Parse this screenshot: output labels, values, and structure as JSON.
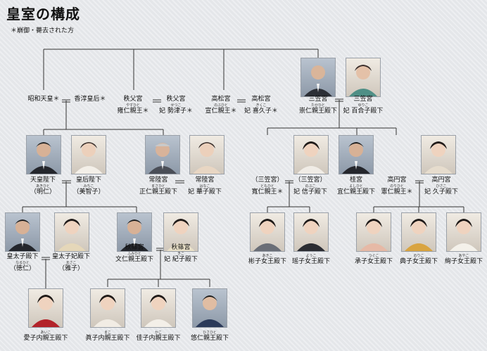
{
  "title": "皇室の構成",
  "note": "＊崩御・薨去された方",
  "people": {
    "showa": {
      "name": "昭和天皇＊"
    },
    "kojun": {
      "name": "香淳皇后＊"
    },
    "chichibu_h": {
      "name": "秩父宮",
      "ruby": "やすひと",
      "name2": "雍仁親王＊"
    },
    "chichibu_w": {
      "name": "秩父宮",
      "ruby": "せつこ",
      "name2": "妃 勢津子＊"
    },
    "takamatsu_h": {
      "name": "高松宮",
      "ruby": "のぶひと",
      "name2": "宣仁親王＊"
    },
    "takamatsu_w": {
      "name": "高松宮",
      "ruby": "きくこ",
      "name2": "妃 喜久子＊"
    },
    "mikasa_h": {
      "name": "三笠宮",
      "ruby": "たかひと",
      "name2": "崇仁親王殿下"
    },
    "mikasa_w": {
      "name": "三笠宮",
      "ruby": "ゆりこ",
      "name2": "妃 百合子殿下"
    },
    "tenno": {
      "name": "天皇陛下",
      "ruby": "あきひと",
      "name2": "（明仁）"
    },
    "kogo": {
      "name": "皇后陛下",
      "ruby": "みちこ",
      "name2": "（美智子）"
    },
    "hitachi_h": {
      "name": "常陸宮",
      "ruby": "まさひと",
      "name2": "正仁親王殿下"
    },
    "hitachi_w": {
      "name": "常陸宮",
      "ruby": "はなこ",
      "name2": "妃 華子殿下"
    },
    "tomohito": {
      "name": "（三笠宮）",
      "ruby": "ともひと",
      "name2": "寬仁親王＊"
    },
    "nobuko": {
      "name": "（三笠宮）",
      "ruby": "のぶこ",
      "name2": "妃 信子殿下"
    },
    "katsura": {
      "name": "桂宮",
      "ruby": "よしひと",
      "name2": "宜仁親王殿下"
    },
    "takamado_h": {
      "name": "高円宮",
      "ruby": "のりひと",
      "name2": "憲仁親王＊"
    },
    "takamado_w": {
      "name": "高円宮",
      "ruby": "ひさこ",
      "name2": "妃 久子殿下"
    },
    "kotaishi": {
      "name": "皇太子殿下",
      "ruby": "なるひと",
      "name2": "（徳仁）"
    },
    "kotaishihi": {
      "name": "皇太子妃殿下",
      "ruby": "まさこ",
      "name2": "（雅子）"
    },
    "akishino_h": {
      "name": "秋篠宮",
      "ruby": "ふみひと",
      "name2": "文仁親王殿下"
    },
    "akishino_w": {
      "name": "秋篠宮",
      "ruby": "きこ",
      "name2": "妃 紀子殿下"
    },
    "akiko": {
      "name": "彬子女王殿下",
      "ruby": "あきこ"
    },
    "yoko": {
      "name": "瑶子女王殿下",
      "ruby": "ようこ"
    },
    "tsuguko": {
      "name": "承子女王殿下",
      "ruby": "つぐこ"
    },
    "noriko": {
      "name": "典子女王殿下",
      "ruby": "のりこ"
    },
    "ayako": {
      "name": "絢子女王殿下",
      "ruby": "あやこ"
    },
    "aiko": {
      "name": "愛子内親王殿下",
      "ruby": "あいこ"
    },
    "mako": {
      "name": "眞子内親王殿下",
      "ruby": "まこ"
    },
    "kako": {
      "name": "佳子内親王殿下",
      "ruby": "かこ"
    },
    "hisahito": {
      "name": "悠仁親王殿下",
      "ruby": "ひさひと"
    }
  }
}
